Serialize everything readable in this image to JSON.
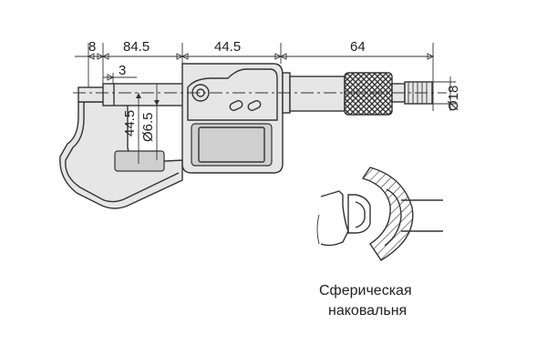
{
  "dimensions": {
    "d8": "8",
    "d84_5": "84.5",
    "d44_5_top": "44.5",
    "d64": "64",
    "d3": "3",
    "d44_5_vert": "44.5",
    "d6_5": "Ø6.5",
    "d18": "Ø18"
  },
  "caption": {
    "line1": "Сферическая",
    "line2": "наковальня"
  },
  "colors": {
    "outline": "#333333",
    "body": "#e6e6e6"
  }
}
